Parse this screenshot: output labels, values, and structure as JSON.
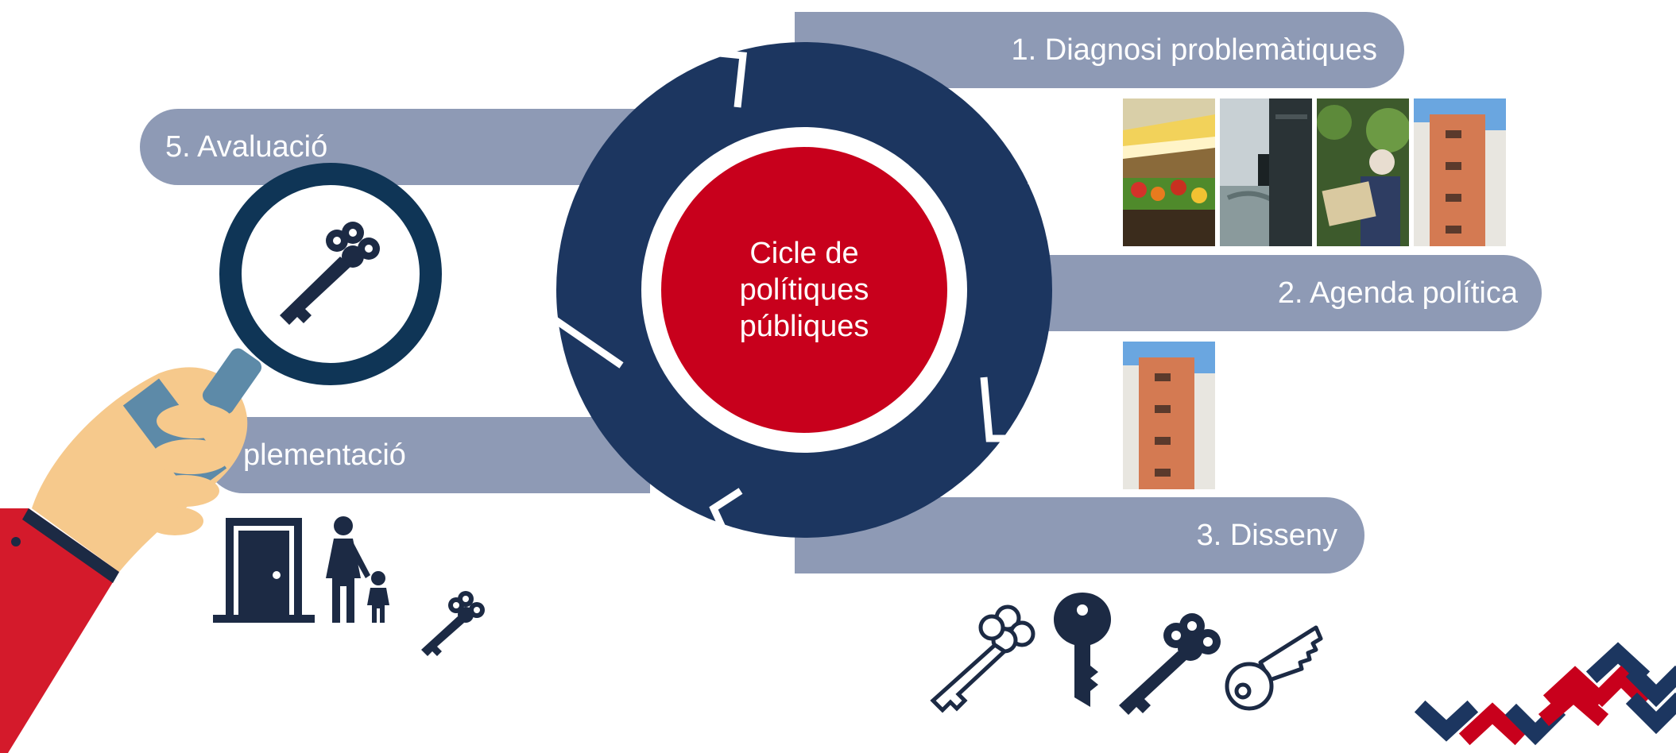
{
  "diagram": {
    "center_label_lines": [
      "Cicle de",
      "polítiques",
      "públiques"
    ],
    "steps": {
      "diagnosi": "1. Diagnosi problemàtiques",
      "agenda": "2. Agenda política",
      "disseny": "3. Disseny",
      "implementacio": "plementació",
      "avaluacio": "5. Avaluació"
    }
  },
  "colors": {
    "navy": "#1c3660",
    "red": "#c8001c",
    "band": "#8e9ab5",
    "skin": "#f6c98c",
    "sleeve": "#d41a2b"
  },
  "images": [
    "market-stall-photo",
    "truck-road-photo",
    "elderly-reader-photo",
    "apartment-building-photo",
    "apartment-building-photo"
  ],
  "icons": [
    "magnifier-icon",
    "hand-icon",
    "key-icon",
    "door-icon",
    "mother-child-icon",
    "ornate-key-outline-icon",
    "padlock-key-icon",
    "ornate-key-icon",
    "modern-key-outline-icon",
    "brand-logo-icon"
  ]
}
